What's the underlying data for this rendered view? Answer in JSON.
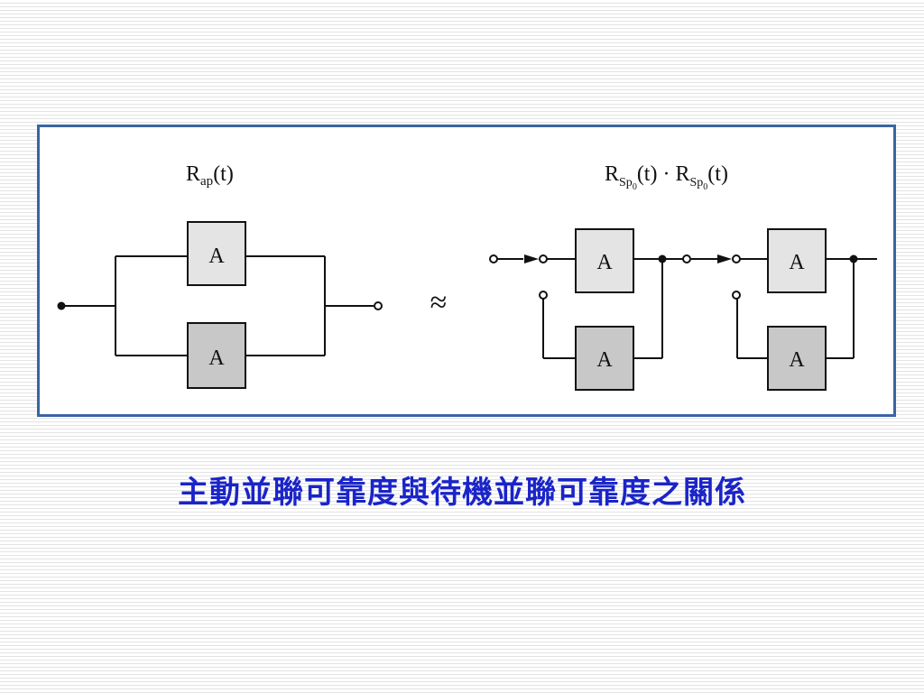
{
  "diagram": {
    "left_label": {
      "main": "R",
      "sub": "ap",
      "tail": "(t)"
    },
    "right_label": {
      "main1": "R",
      "sub1": "Sp",
      "subsub1": "0",
      "tail1": "(t)",
      "dot": "·",
      "main2": "R",
      "sub2": "Sp",
      "subsub2": "0",
      "tail2": "(t)"
    },
    "approx_symbol": "≈",
    "block_label": "A",
    "colors": {
      "frame": "#3a64a4",
      "block_top": "#e4e4e4",
      "block_bottom": "#c8c8c8",
      "line": "#111111"
    }
  },
  "caption": "主動並聯可靠度與待機並聯可靠度之關係"
}
